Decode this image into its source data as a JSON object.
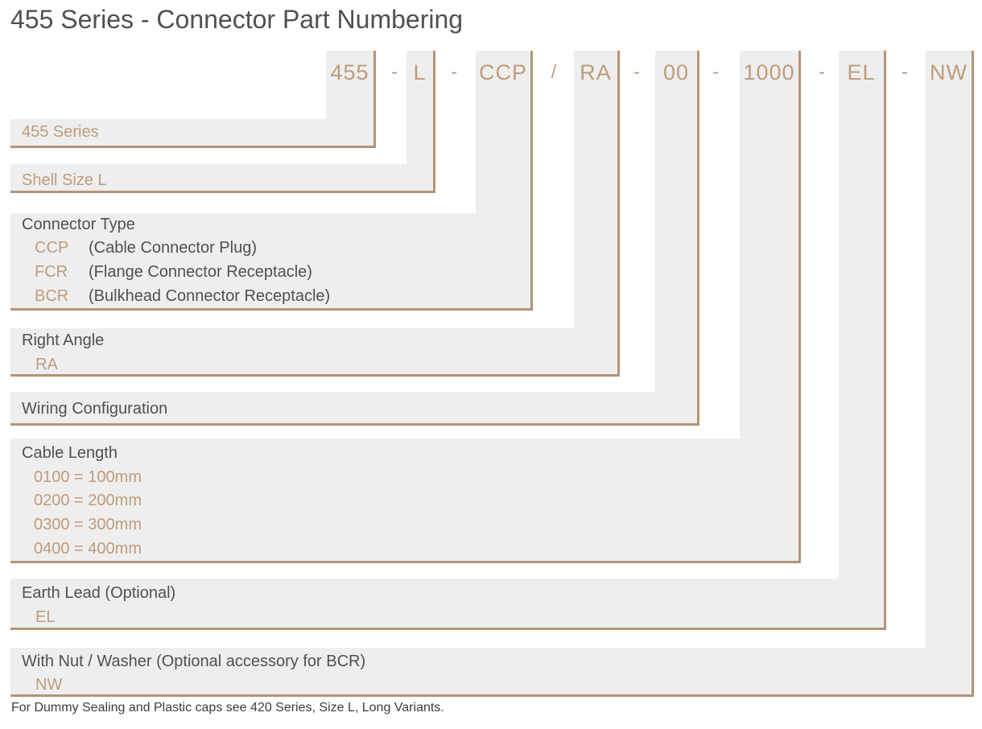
{
  "title": "455 Series - Connector Part Numbering",
  "part_number": {
    "codes": [
      "455",
      "L",
      "CCP",
      "RA",
      "00",
      "1000",
      "EL",
      "NW"
    ],
    "separators": [
      "-",
      "-",
      "/",
      "-",
      "-",
      "-",
      "-"
    ]
  },
  "fields": [
    {
      "name": "455 Series",
      "options": []
    },
    {
      "name": "Shell Size L",
      "options": []
    },
    {
      "name": "Connector Type",
      "options": [
        {
          "code": "CCP",
          "desc": "(Cable Connector Plug)"
        },
        {
          "code": "FCR",
          "desc": "(Flange Connector Receptacle)"
        },
        {
          "code": "BCR",
          "desc": "(Bulkhead Connector Receptacle)"
        }
      ]
    },
    {
      "name": "Right Angle",
      "options": [
        {
          "code": "RA"
        }
      ]
    },
    {
      "name": "Wiring Configuration",
      "options": []
    },
    {
      "name": "Cable Length",
      "options": [
        {
          "code": "0100 = 100mm"
        },
        {
          "code": "0200 = 200mm"
        },
        {
          "code": "0300 = 300mm"
        },
        {
          "code": "0400 = 400mm"
        }
      ]
    },
    {
      "name": "Earth Lead (Optional)",
      "options": [
        {
          "code": "EL"
        }
      ]
    },
    {
      "name": "With Nut / Washer (Optional accessory for BCR)",
      "options": [
        {
          "code": "NW"
        }
      ]
    }
  ],
  "footnote": "For Dummy Sealing and Plastic caps see 420 Series, Size L, Long Variants.",
  "colors": {
    "accent": "#bf9c7c",
    "rule": "#b49478",
    "panel": "#eeeeee",
    "text": "#505050"
  }
}
